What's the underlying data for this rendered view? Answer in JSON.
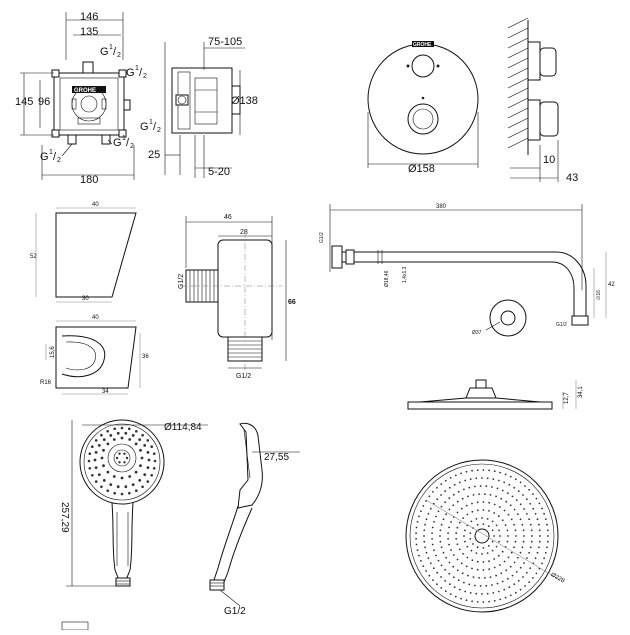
{
  "top_row": {
    "valve_front": {
      "w_outer": "146",
      "w_inner": "135",
      "h_outer": "145",
      "h_inner": "96",
      "port_top": "G",
      "port_side": "G",
      "port_bottom_left": "G",
      "port_bottom_right": "G",
      "w_total": "180",
      "brand": "GROHE",
      "sup": "1",
      "sub": "2"
    },
    "valve_side": {
      "depth_range": "75-105",
      "dia": "Ø138",
      "d25": "25",
      "d520": "5-20",
      "port": "G",
      "sup": "1",
      "sub": "2"
    },
    "trim_front": {
      "dia": "Ø158",
      "brand": "GROHE"
    },
    "trim_side": {
      "d10": "10",
      "d43": "43"
    }
  },
  "mid_row": {
    "wall_outlet": {
      "w": "40",
      "h": "52",
      "base": "30"
    },
    "holder": {
      "w": "40",
      "h": "36",
      "d1": "15,6",
      "d2": "34",
      "r": "R16"
    },
    "elbow": {
      "w_total": "46",
      "w_inner": "28",
      "h_total": "66",
      "port_top": "G1/2",
      "port_bottom": "G1/2"
    },
    "shower_arm": {
      "length": "380",
      "d_left": "G1/2",
      "d_mid1": "Ø18,46",
      "d_mid2": "1,4x1,3",
      "h_right": "42",
      "d_small": "Ø37",
      "d_right": "G1/2",
      "d_right2": "∅16"
    },
    "shower_head_side": {
      "h1": "12,7",
      "h2": "34,1"
    }
  },
  "bottom_row": {
    "hand_shower_front": {
      "dia": "Ø114,84",
      "length": "257,29"
    },
    "hand_shower_side": {
      "depth": "27,55",
      "port": "G1/2"
    },
    "shower_head_front": {
      "dia": "Ø228"
    }
  }
}
